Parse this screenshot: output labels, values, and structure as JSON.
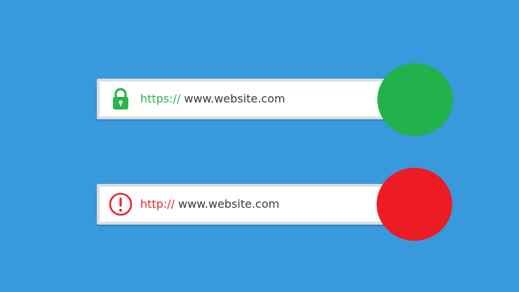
{
  "secure_bar": {
    "scheme": "https://",
    "domain": "www.website.com",
    "icon": "lock-icon",
    "scheme_color": "#2db34a"
  },
  "insecure_bar": {
    "scheme": "http://",
    "domain": "www.website.com",
    "icon": "warning-icon",
    "scheme_color": "#e8262c"
  },
  "indicators": {
    "secure_color": "#22b24c",
    "insecure_color": "#ed1c24"
  },
  "background_color": "#3899dc"
}
